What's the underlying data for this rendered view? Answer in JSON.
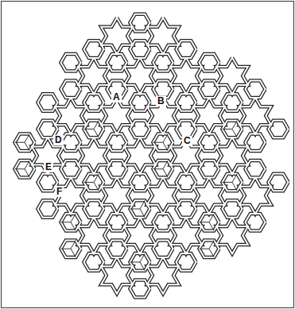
{
  "diagram": {
    "labels": [
      "A",
      "B",
      "C",
      "D",
      "E",
      "F"
    ]
  }
}
